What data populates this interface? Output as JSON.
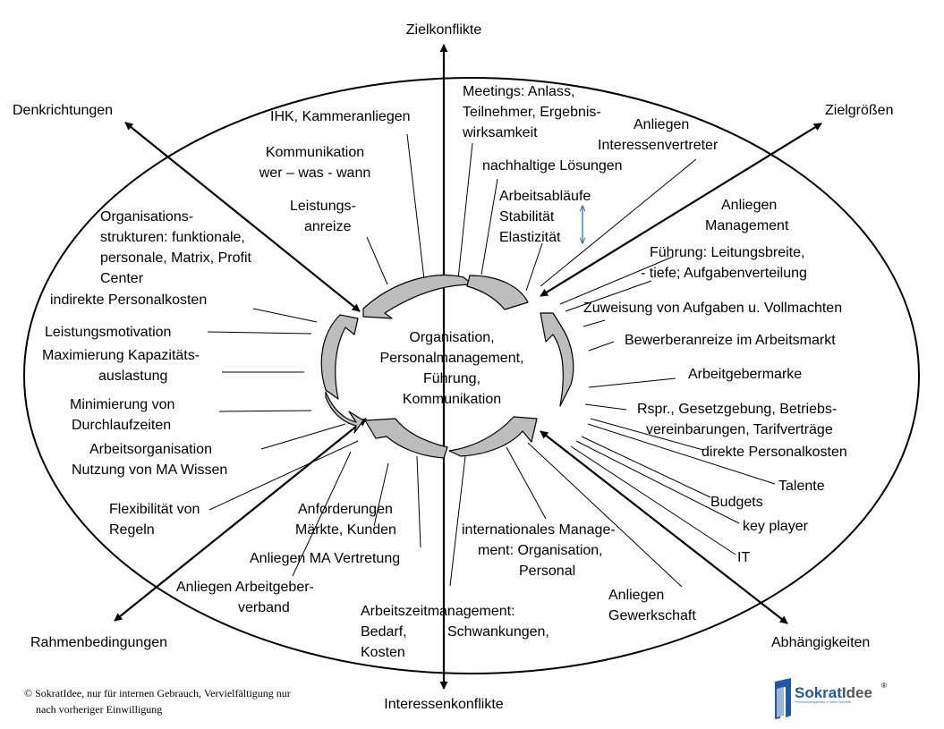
{
  "axes": {
    "top": "Zielkonflikte",
    "bottom": "Interessenkonflikte",
    "top_left": "Denkrichtungen",
    "top_right": "Zielgrößen",
    "bottom_left": "Rahmenbedingungen",
    "bottom_right": "Abhängigkeiten"
  },
  "center": [
    "Organisation,",
    "Personalmanagement,",
    "Führung,",
    "Kommunikation"
  ],
  "items": {
    "ihk": [
      "IHK, Kammeranliegen"
    ],
    "meetings": [
      "Meetings: Anlass,",
      "Teilnehmer, Ergebnis-",
      "wirksamkeit"
    ],
    "anliegen_iv": [
      "Anliegen",
      "Interessenvertreter"
    ],
    "kommunikation": [
      "Kommunikation",
      "wer – was - wann"
    ],
    "nachhaltig": [
      "nachhaltige Lösungen"
    ],
    "leistungsanreize": [
      "Leistungs-",
      "anreize"
    ],
    "arbeitsablaeufe": [
      "Arbeitsabläufe",
      "Stabilität",
      "Elastizität"
    ],
    "org_strukturen": [
      "Organisations-",
      "strukturen: funktionale,",
      "personale, Matrix, Profit",
      "Center"
    ],
    "anliegen_mgmt": [
      "Anliegen",
      "Management"
    ],
    "fuehrung": [
      "Führung: Leitungsbreite,",
      "- tiefe; Aufgabenverteilung"
    ],
    "indirekte": [
      "indirekte Personalkosten"
    ],
    "zuweisung": [
      "Zuweisung von Aufgaben u. Vollmachten"
    ],
    "leistungsmotivation": [
      "Leistungsmotivation"
    ],
    "bewerber": [
      "Bewerberanreize im Arbeitsmarkt"
    ],
    "kapazitaet": [
      "Maximierung Kapazitäts-",
      "auslastung"
    ],
    "arbeitgebermarke": [
      "Arbeitgebermarke"
    ],
    "durchlauf": [
      "Minimierung von",
      "Durchlaufzeiten"
    ],
    "rspr": [
      "Rspr., Gesetzgebung, Betriebs-",
      "vereinbarungen, Tarifverträge"
    ],
    "arbeitsorg": [
      "Arbeitsorganisation",
      "Nutzung von MA Wissen"
    ],
    "direkte": [
      "direkte Personalkosten"
    ],
    "talente": [
      "Talente"
    ],
    "flexibilitaet": [
      "Flexibilität von",
      "Regeln"
    ],
    "anforderungen": [
      "Anforderungen",
      "Märkte, Kunden"
    ],
    "budgets": [
      "Budgets"
    ],
    "international": [
      "internationales Manage-",
      "ment: Organisation,",
      "Personal"
    ],
    "keyplayer": [
      "key player"
    ],
    "ma_vertretung": [
      "Anliegen MA Vertretung"
    ],
    "it": [
      "IT"
    ],
    "arbeitgeberverband": [
      "Anliegen Arbeitgeber-",
      "verband"
    ],
    "gewerkschaft": [
      "Anliegen",
      "Gewerkschaft"
    ],
    "arbeitszeit": [
      "Arbeitszeitmanagement:",
      "Bedarf,",
      "Kosten"
    ],
    "schwankungen": [
      "Schwankungen,"
    ]
  },
  "footer": [
    "© SokratIdee, nur für internen Gebrauch, Vervielfältigung nur",
    "nach vorheriger  Einwilligung"
  ],
  "logo": {
    "name": "SokratIdee",
    "mark": "®",
    "tagline": "Personalmanagement in Ihrem Geschäft"
  },
  "colors": {
    "line": "#000000",
    "arrow_fill": "#bdbdbd",
    "logo_blue": "#1f5aa8",
    "logo_grey": "#555555",
    "double_arrow": "#3a6fb0"
  }
}
